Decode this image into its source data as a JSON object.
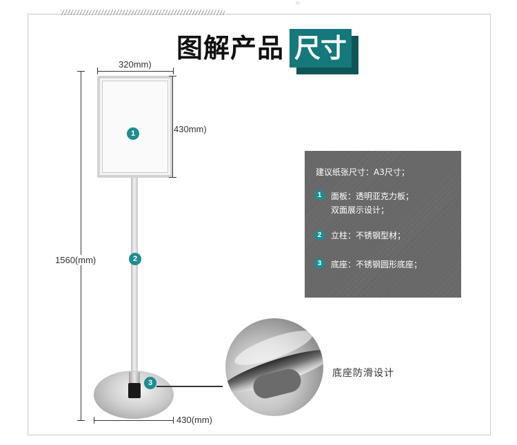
{
  "header": {
    "title_main": "图解产品",
    "title_highlight": "尺寸",
    "accent_color": "#15787a"
  },
  "dimensions": {
    "panel_width": "320mm)",
    "panel_height": "430mm)",
    "total_height": "1560(mm)",
    "base_width": "430(mm)"
  },
  "badges": [
    "1",
    "2",
    "3"
  ],
  "spec": {
    "line_paper": "建议纸张尺寸：A3尺寸；",
    "items": [
      {
        "num": "1",
        "text": "面板：透明亚克力板；",
        "text2": "双面展示设计；"
      },
      {
        "num": "2",
        "text": "立柱：不锈钢型材；"
      },
      {
        "num": "3",
        "text": "底座：不锈钢圆形底座；"
      }
    ]
  },
  "detail": {
    "label": "底座防滑设计"
  }
}
